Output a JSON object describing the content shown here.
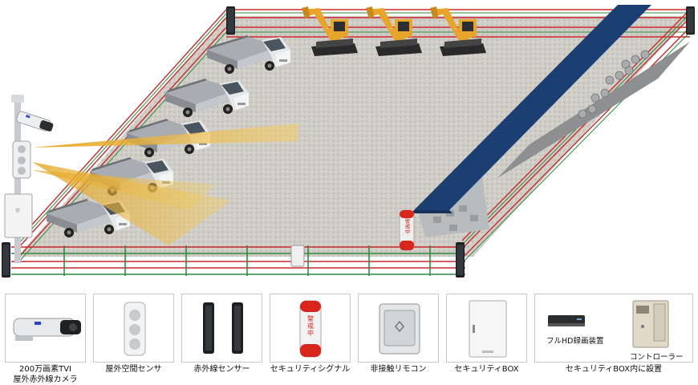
{
  "scene": {
    "signal_text": "警戒中"
  },
  "products": [
    {
      "label_line1": "200万画素TVI",
      "label_line2": "屋外赤外線カメラ",
      "icon": "camera-icon"
    },
    {
      "label_line1": "屋外空間センサ",
      "label_line2": "",
      "icon": "space-sensor-icon"
    },
    {
      "label_line1": "赤外線センサー",
      "label_line2": "",
      "icon": "infrared-sensor-icon"
    },
    {
      "label_line1": "セキュリティシグナル",
      "label_line2": "",
      "icon": "security-signal-icon"
    },
    {
      "label_line1": "非接触リモコン",
      "label_line2": "",
      "icon": "remote-icon"
    },
    {
      "label_line1": "セキュリティBOX",
      "label_line2": "",
      "icon": "security-box-icon"
    }
  ],
  "box_contents": {
    "caption": "セキュリティBOX内に設置",
    "items": [
      {
        "label": "フルHD録画装置",
        "icon": "recorder-icon"
      },
      {
        "label": "コントローラー",
        "icon": "controller-icon"
      }
    ]
  }
}
